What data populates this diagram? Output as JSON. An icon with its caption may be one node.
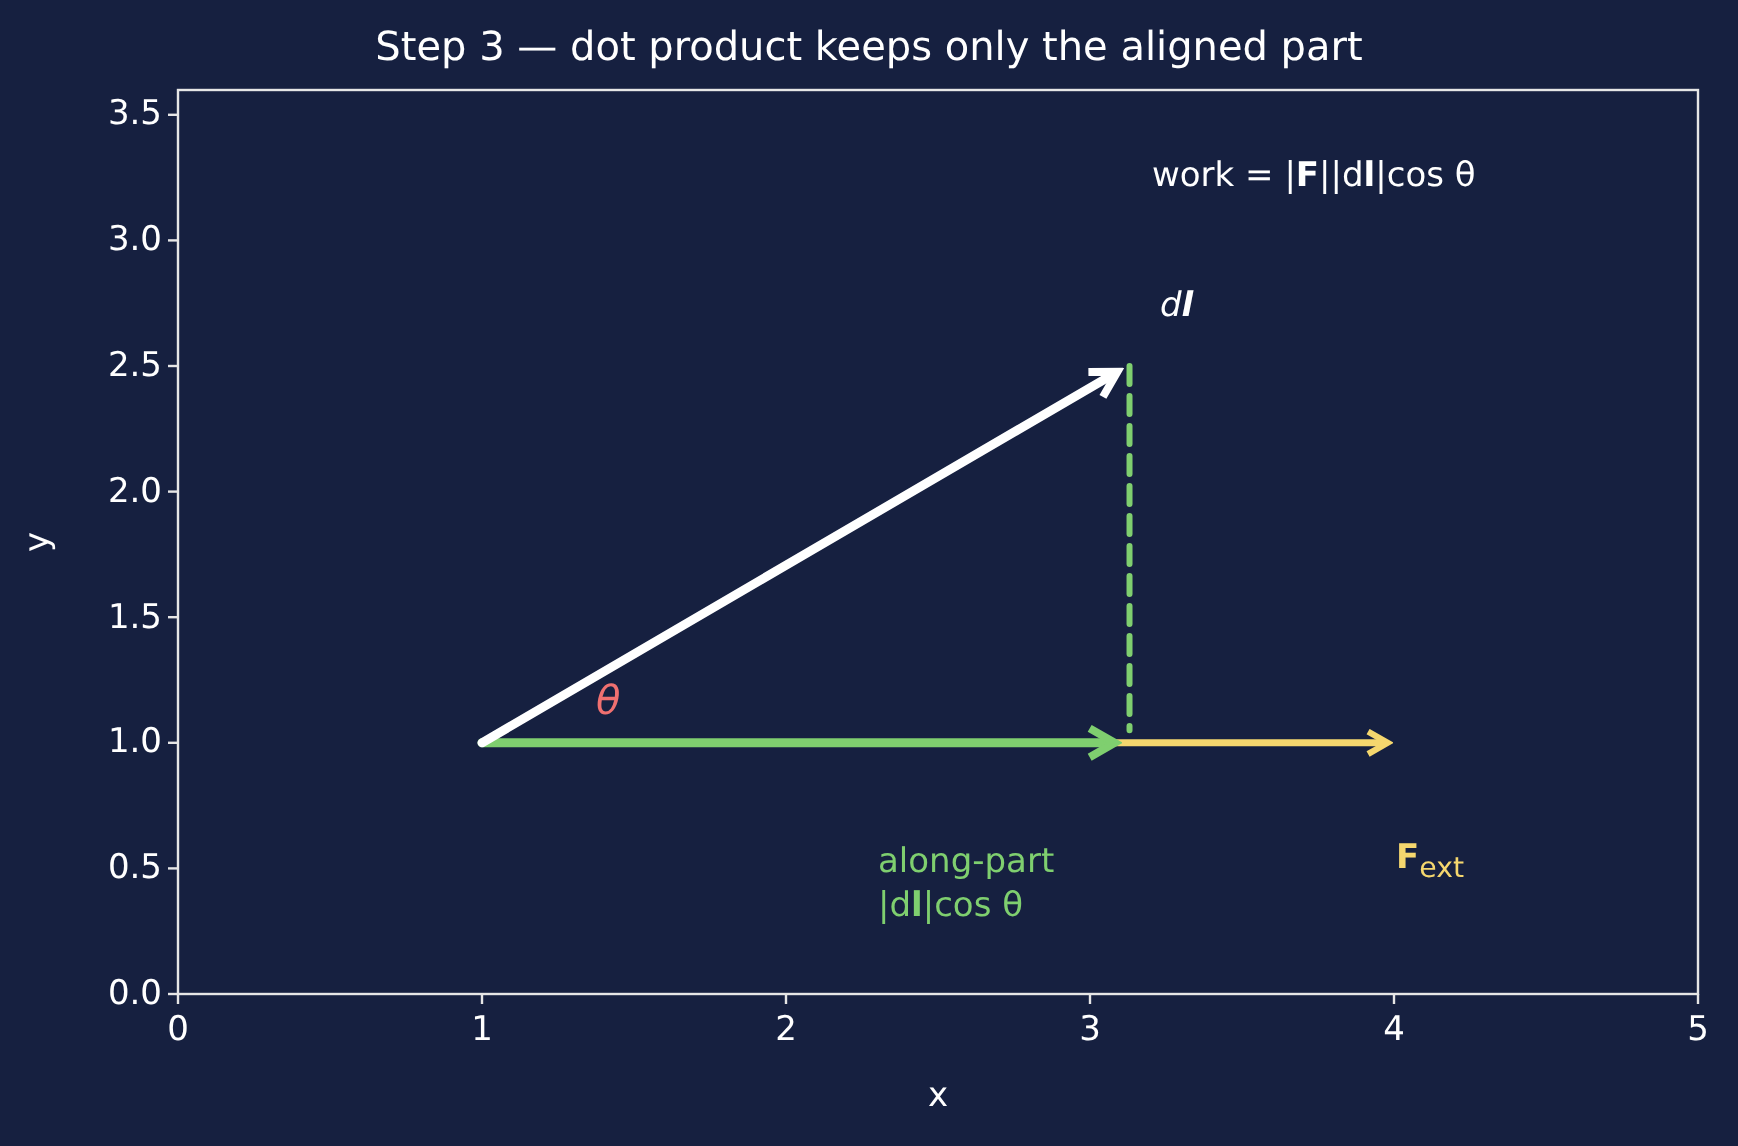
{
  "diagram": {
    "title": "Step 3 — dot product keeps only the aligned part",
    "labels": [
      "work = |**F**||d**l**|cos θ",
      "d**l**",
      "θ",
      "along-part |d**l**|cos θ",
      "**F**$_{ext}$",
      "3.5",
      "3.0",
      "2.5",
      "2.0",
      "1.5",
      "1.0",
      "0.5",
      "0.0",
      "0",
      "1",
      "2",
      "3",
      "4",
      "5",
      "x",
      "y"
    ]
  }
}
